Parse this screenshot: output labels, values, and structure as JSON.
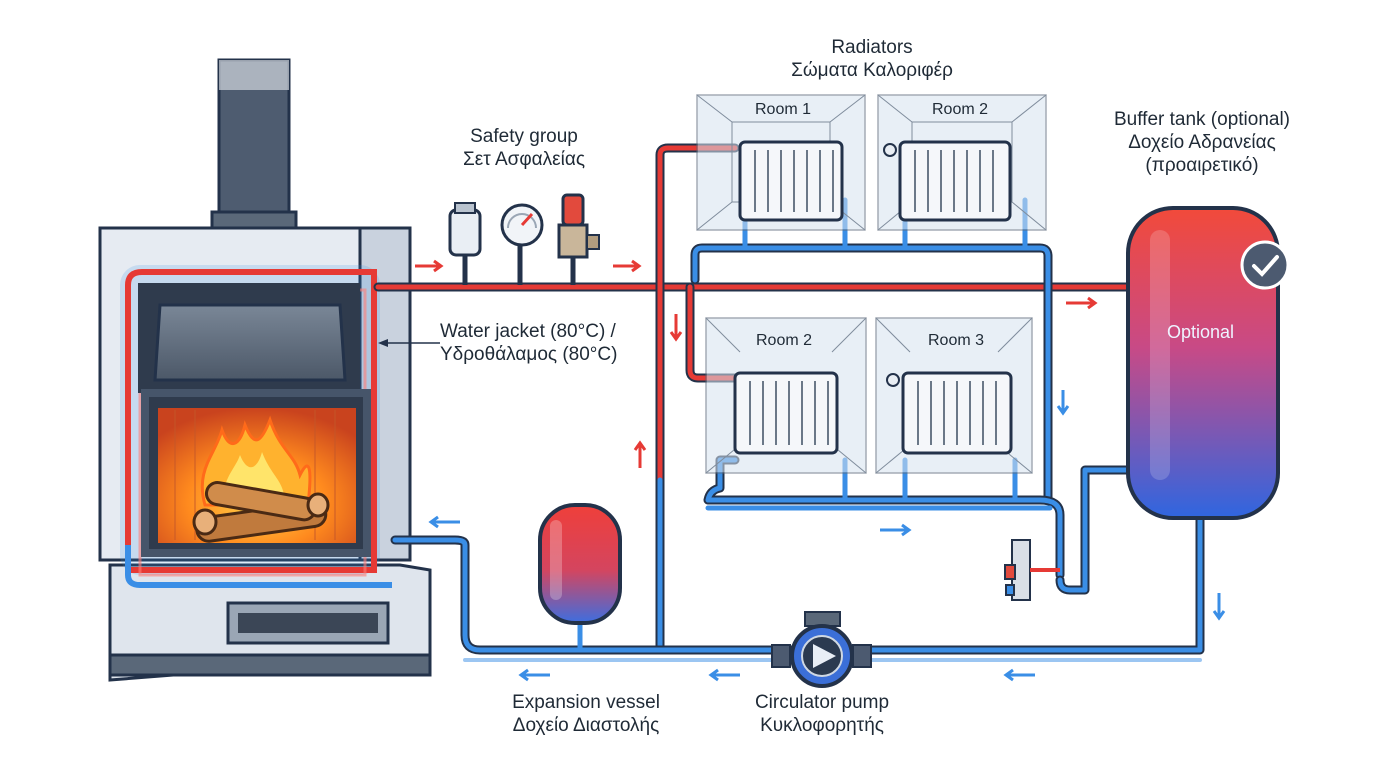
{
  "labels": {
    "radiators": {
      "en": "Radiators",
      "el": "Σώματα Καλοριφέρ"
    },
    "safety_group": {
      "en": "Safety group",
      "el": "Σετ Ασφαλείας"
    },
    "buffer_tank": {
      "en": "Buffer tank (optional)",
      "el_line1": "Δοχείο Αδρανείας",
      "el_line2": "(προαιρετικό)"
    },
    "water_jacket": {
      "line1": "Water jacket (80°C) /",
      "line2": "Υδροθάλαμος (80°C)"
    },
    "expansion_vessel": {
      "en": "Expansion vessel",
      "el": "Δοχείο Διαστολής"
    },
    "circulator_pump": {
      "en": "Circulator pump",
      "el": "Κυκλοφορητής"
    },
    "tank_optional": "Optional"
  },
  "rooms": {
    "top_left": "Room 1",
    "top_right": "Room 2",
    "bottom_left": "Room 2",
    "bottom_right": "Room 3"
  },
  "colors": {
    "hot_pipe": "#e63a35",
    "cold_pipe": "#3a8ee6",
    "outline": "#23324a",
    "tank_top": "#f04a3c",
    "tank_bottom": "#3b63d8"
  }
}
